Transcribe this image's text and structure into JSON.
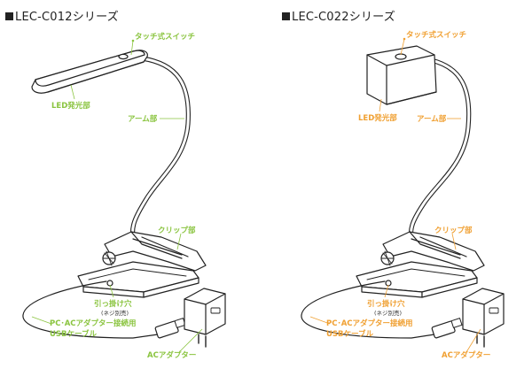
{
  "colors": {
    "green": "#8ac43f",
    "orange": "#f0a032",
    "line": "#222222"
  },
  "left": {
    "title": "LEC-C012シリーズ",
    "labels": {
      "touch_switch": "タッチ式スイッチ",
      "led": "LED発光部",
      "arm": "アーム部",
      "clip": "クリップ部",
      "hole": "引っ掛け穴",
      "hole_note": "(ネジ別売)",
      "cable_1": "PC･ACアダプター接続用",
      "cable_2": "USBケーブル",
      "ac": "ACアダプター"
    }
  },
  "right": {
    "title": "LEC-C022シリーズ",
    "labels": {
      "touch_switch": "タッチ式スイッチ",
      "led": "LED発光部",
      "arm": "アーム部",
      "clip": "クリップ部",
      "hole": "引っ掛け穴",
      "hole_note": "(ネジ別売)",
      "cable_1": "PC･ACアダプター接続用",
      "cable_2": "USBケーブル",
      "ac": "ACアダプター"
    }
  }
}
